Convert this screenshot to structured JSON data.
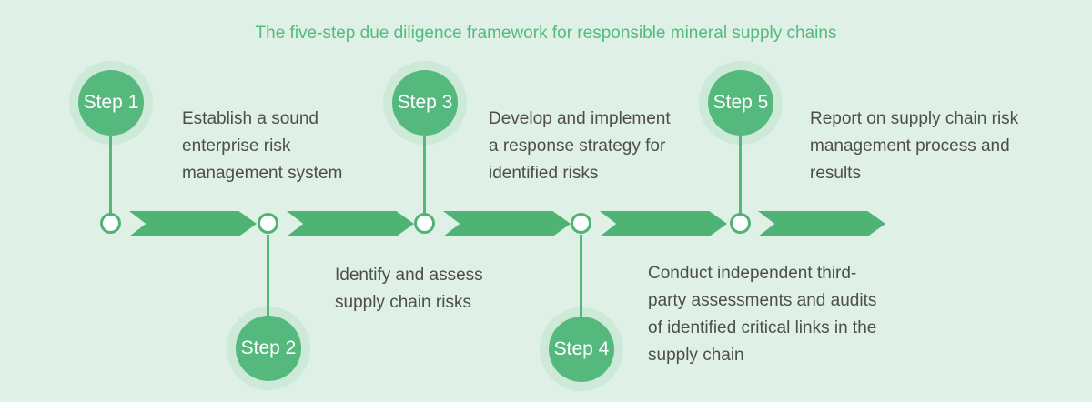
{
  "title": "The five-step due diligence framework for responsible mineral supply chains",
  "colors": {
    "background": "#dff0e6",
    "accent_green": "#4fb373",
    "circle_green": "#55b97e",
    "halo_green": "#cde9d8",
    "title_green": "#53ba7e",
    "body_text": "#4d4d4d",
    "step_label_text": "#ffffff"
  },
  "chart_type": "process-timeline",
  "steps": [
    {
      "label": "Step 1",
      "position": "above",
      "description": "Establish a sound\nenterprise risk\nmanagement system"
    },
    {
      "label": "Step 2",
      "position": "below",
      "description": "Identify and assess\nsupply chain risks"
    },
    {
      "label": "Step 3",
      "position": "above",
      "description": "Develop and implement\na response strategy for\nidentified risks"
    },
    {
      "label": "Step 4",
      "position": "below",
      "description": "Conduct independent third-\nparty assessments and audits\nof identified critical links in the\nsupply chain"
    },
    {
      "label": "Step 5",
      "position": "above",
      "description": "Report on supply chain risk\nmanagement process and\nresults"
    }
  ]
}
